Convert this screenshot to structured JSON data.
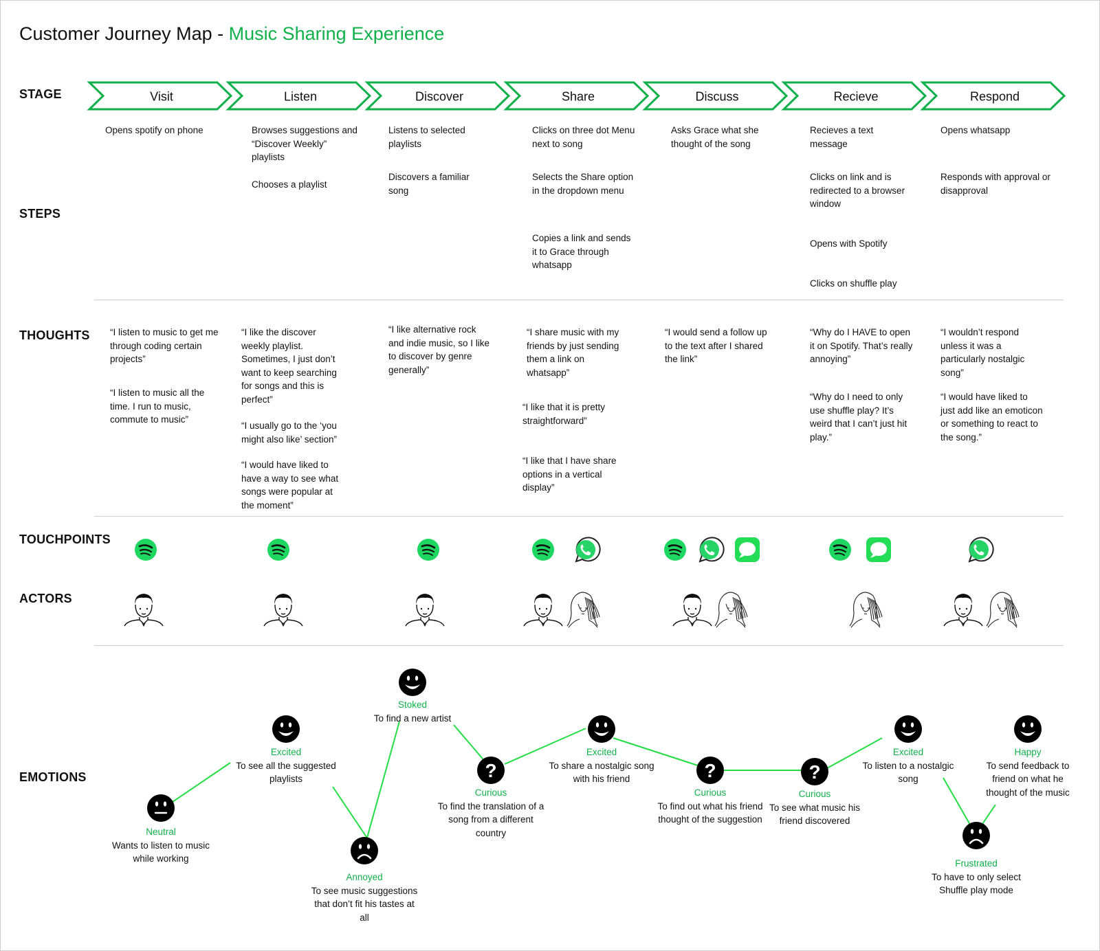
{
  "title": {
    "main": "Customer Journey Map - ",
    "highlight": "Music Sharing Experience"
  },
  "colors": {
    "accent": "#10b04a",
    "spotify": "#1ed760",
    "whatsapp": "#25d366",
    "messages": "#22dd55"
  },
  "row_labels": {
    "stage": "STAGE",
    "steps": "STEPS",
    "thoughts": "THOUGHTS",
    "touchpoints": "TOUCHPOINTS",
    "actors": "ACTORS",
    "emotions": "EMOTIONS"
  },
  "stages": [
    "Visit",
    "Listen",
    "Discover",
    "Share",
    "Discuss",
    "Recieve",
    "Respond"
  ],
  "steps": [
    [
      "Opens spotify on phone"
    ],
    [
      "Browses suggestions and “Discover Weekly” playlists",
      "Chooses a playlist"
    ],
    [
      "Listens to selected playlists",
      "Discovers a familiar song"
    ],
    [
      "Clicks on three dot Menu next to song",
      "Selects the Share option in the dropdown menu",
      "Copies a link and sends it to Grace through whatsapp"
    ],
    [
      "Asks Grace what she thought of the song"
    ],
    [
      "Recieves a text message",
      "Clicks on link and is redirected to a browser window",
      "Opens with Spotify",
      "Clicks on shuffle play"
    ],
    [
      "Opens whatsapp",
      "Responds with approval or disapproval"
    ]
  ],
  "thoughts": [
    [
      "“I  listen to music to get me through coding certain projects”",
      "“I  listen to music all the time. I run to music, commute to music”"
    ],
    [
      "“I like the discover weekly playlist. Sometimes, I just don’t want to keep searching for songs and this is perfect”",
      "“I usually go to the ‘you might also like’ section”",
      "“I would have liked to have a way to see what songs were popular at the moment”"
    ],
    [
      "“I like alternative rock and indie music, so I like to discover by genre generally”"
    ],
    [
      "“I share music with my friends by just sending them a link on whatsapp”",
      "“I like that it is pretty straightforward”",
      "“I like that I have share options in a vertical display”"
    ],
    [
      "“I would send a follow up to the text after I shared the link”"
    ],
    [
      "“Why do I HAVE to open it on Spotify. That’s really annoying”",
      "“Why do I need to only use shuffle play? It’s weird that I can’t just hit play.”"
    ],
    [
      "“I wouldn’t respond unless it was a particularly nostalgic song”",
      "“I would have liked to just add like an emoticon or something to react to the song.”"
    ]
  ],
  "touchpoints": [
    [
      "spotify-icon"
    ],
    [
      "spotify-icon"
    ],
    [
      "spotify-icon"
    ],
    [
      "spotify-icon",
      "whatsapp-icon"
    ],
    [
      "spotify-icon",
      "whatsapp-icon",
      "messages-icon"
    ],
    [
      "spotify-icon",
      "messages-icon"
    ],
    [
      "whatsapp-icon"
    ]
  ],
  "actors": [
    [
      "male-user-icon"
    ],
    [
      "male-user-icon"
    ],
    [
      "male-user-icon"
    ],
    [
      "male-user-icon",
      "female-user-icon"
    ],
    [
      "male-user-icon",
      "female-user-icon"
    ],
    [
      "female-user-icon"
    ],
    [
      "male-user-icon",
      "female-user-icon"
    ]
  ],
  "emotions": [
    {
      "face": "neutral",
      "name": "Neutral",
      "desc": "Wants to listen to music while working"
    },
    {
      "face": "happy",
      "name": "Excited",
      "desc": "To see all the suggested playlists"
    },
    {
      "face": "sad",
      "name": "Annoyed",
      "desc": "To see music suggestions that don’t fit his tastes at all"
    },
    {
      "face": "happy",
      "name": "Stoked",
      "desc": "To find a new artist"
    },
    {
      "face": "question",
      "name": "Curious",
      "desc": "To find the translation of a song from a different country"
    },
    {
      "face": "happy",
      "name": "Excited",
      "desc": "To share a nostalgic song with his friend"
    },
    {
      "face": "question",
      "name": "Curious",
      "desc": "To find out what his friend thought of the suggestion"
    },
    {
      "face": "question",
      "name": "Curious",
      "desc": "To see what music his friend discovered"
    },
    {
      "face": "happy",
      "name": "Excited",
      "desc": "To listen to a nostalgic song"
    },
    {
      "face": "sad",
      "name": "Frustrated",
      "desc": "To have to only select Shuffle play mode"
    },
    {
      "face": "happy",
      "name": "Happy",
      "desc": "To send feedback to friend on what he thought of the music"
    }
  ]
}
